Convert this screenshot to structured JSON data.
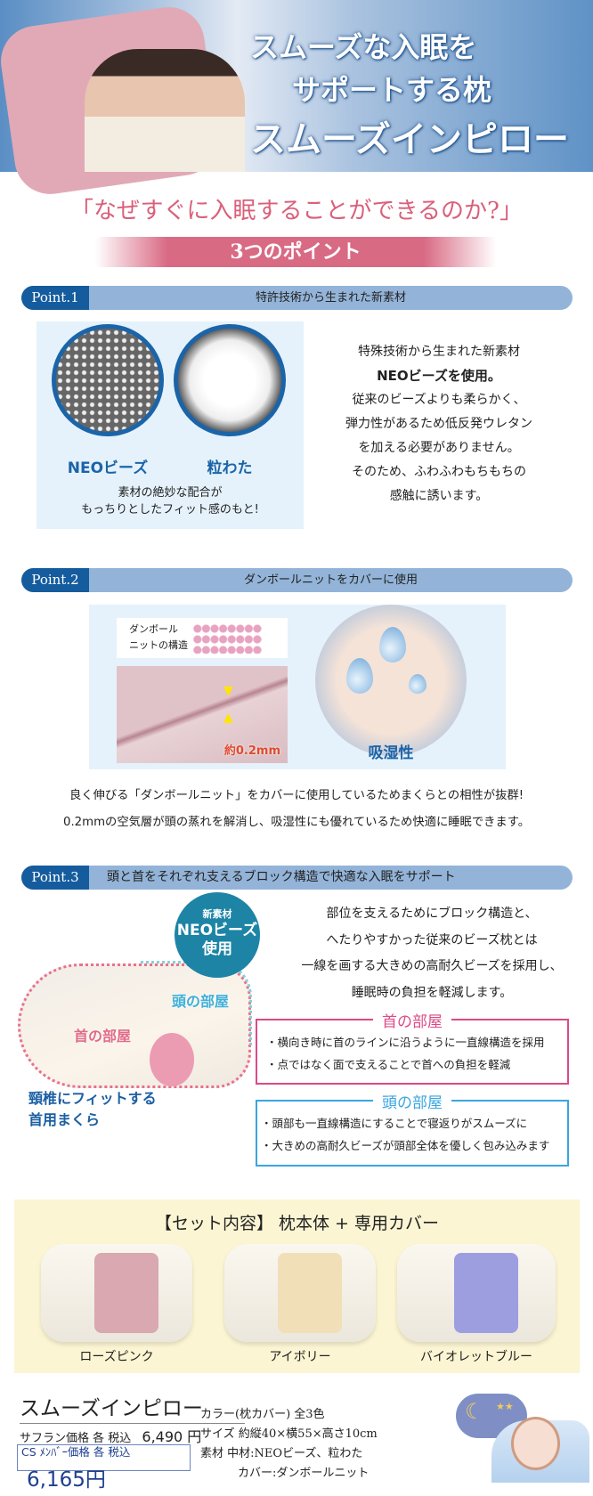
{
  "hero": {
    "line1": "スムーズな入眠を",
    "line2": "サポートする枕",
    "product": "スムーズインピロー"
  },
  "question": "「なぜすぐに入眠することができるのか?」",
  "points_heading": "3つのポイント",
  "point1": {
    "tab": "Point.1",
    "title": "特許技術から生まれた新素材",
    "label_beads": "NEOビーズ",
    "label_cotton": "粒わた",
    "caption": [
      "素材の絶妙な配合が",
      "もっちりとしたフィット感のもと!"
    ],
    "text": [
      "特殊技術から生まれた新素材",
      "NEOビーズを使用。",
      "従来のビーズよりも柔らかく、",
      "弾力性があるため低反発ウレタン",
      "を加える必要がありません。",
      "そのため、ふわふわもちもちの",
      "感触に誘います。"
    ]
  },
  "point2": {
    "tab": "Point.2",
    "title": "ダンボールニットをカバーに使用",
    "diagram_label": [
      "ダンボール",
      "ニットの構造"
    ],
    "thickness": "約0.2mm",
    "absorb": "吸湿性",
    "text": [
      "良く伸びる「ダンボールニット」をカバーに使用しているためまくらとの相性が抜群!",
      "0.2mmの空気層が頭の蒸れを解消し、吸湿性にも優れているため快適に睡眠できます。"
    ]
  },
  "point3": {
    "tab": "Point.3",
    "title": "頭と首をそれぞれ支えるブロック構造で快適な入眠をサポート",
    "badge": [
      "新素材",
      "NEOビーズ",
      "使用"
    ],
    "head_label": "頭の部屋",
    "neck_label": "首の部屋",
    "fit_label": [
      "頸椎にフィットする",
      "首用まくら"
    ],
    "text": [
      "部位を支えるためにブロック構造と、",
      "へたりやすかった従来のビーズ枕とは",
      "一線を画する大きめの高耐久ビーズを採用し、",
      "睡眠時の負担を軽減します。"
    ],
    "neck_box": {
      "title": "首の部屋",
      "items": [
        "・横向き時に首のラインに沿うように一直線構造を採用",
        "・点ではなく面で支えることで首への負担を軽減"
      ]
    },
    "head_box": {
      "title": "頭の部屋",
      "items": [
        "・頭部も一直線構造にすることで寝返りがスムーズに",
        "・大きめの高耐久ビーズが頭部全体を優しく包み込みます"
      ]
    }
  },
  "set": {
    "title": "【セット内容】 枕本体 + 専用カバー",
    "colors": [
      {
        "name": "ローズピンク",
        "hex": "#d9a8b0"
      },
      {
        "name": "アイボリー",
        "hex": "#f1dfb8"
      },
      {
        "name": "バイオレットブルー",
        "hex": "#9d9ee0"
      }
    ]
  },
  "product": {
    "name": "スムーズインピロー",
    "price_label": "サフラン価格 各 税込",
    "price": "6,490 円",
    "member_label": "CS ﾒﾝﾊﾞｰ価格 各 税込",
    "member_price": "6,165円",
    "specs": [
      "カラー(枕カバー) 全3色",
      "サイズ 約縦40×横55×高さ10cm",
      "素材 中材:NEOビーズ、粒わた",
      "カバー:ダンボールニット"
    ]
  }
}
